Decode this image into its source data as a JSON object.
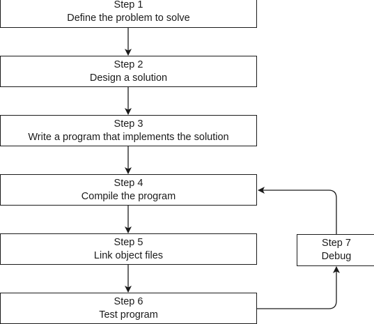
{
  "steps": [
    {
      "title": "Step 1",
      "desc": "Define the problem to solve"
    },
    {
      "title": "Step 2",
      "desc": "Design a solution"
    },
    {
      "title": "Step 3",
      "desc": "Write a program that implements the solution"
    },
    {
      "title": "Step 4",
      "desc": "Compile the program"
    },
    {
      "title": "Step 5",
      "desc": "Link object files"
    },
    {
      "title": "Step 6",
      "desc": "Test program"
    },
    {
      "title": "Step 7",
      "desc": "Debug"
    }
  ],
  "colors": {
    "stroke": "#1a1a1a",
    "fill": "#ffffff"
  }
}
